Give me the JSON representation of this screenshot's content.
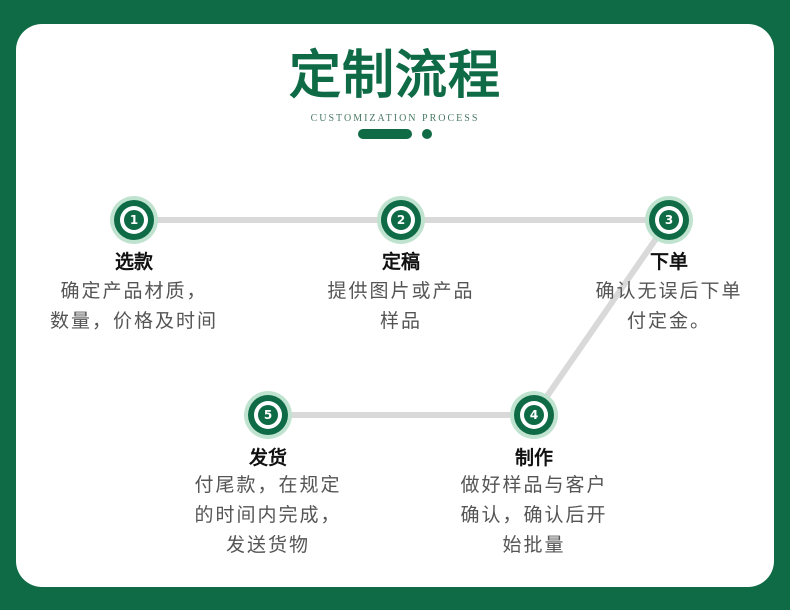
{
  "header": {
    "title": "定制流程",
    "subtitle": "CUSTOMIZATION PROCESS"
  },
  "colors": {
    "brand_green": "#0e6b46",
    "connector_gray": "#d9d9d9",
    "ring_light": "#bfe3cf"
  },
  "steps": [
    {
      "number": "1",
      "title": "选款",
      "desc": [
        "确定产品材质，",
        "数量，价格及时间"
      ]
    },
    {
      "number": "2",
      "title": "定稿",
      "desc": [
        "提供图片或产品",
        "样品"
      ]
    },
    {
      "number": "3",
      "title": "下单",
      "desc": [
        "确认无误后下单",
        "付定金。"
      ]
    },
    {
      "number": "4",
      "title": "制作",
      "desc": [
        "做好样品与客户",
        "确认，确认后开",
        "始批量"
      ]
    },
    {
      "number": "5",
      "title": "发货",
      "desc": [
        "付尾款，在规定",
        "的时间内完成，",
        "发送货物"
      ]
    }
  ]
}
